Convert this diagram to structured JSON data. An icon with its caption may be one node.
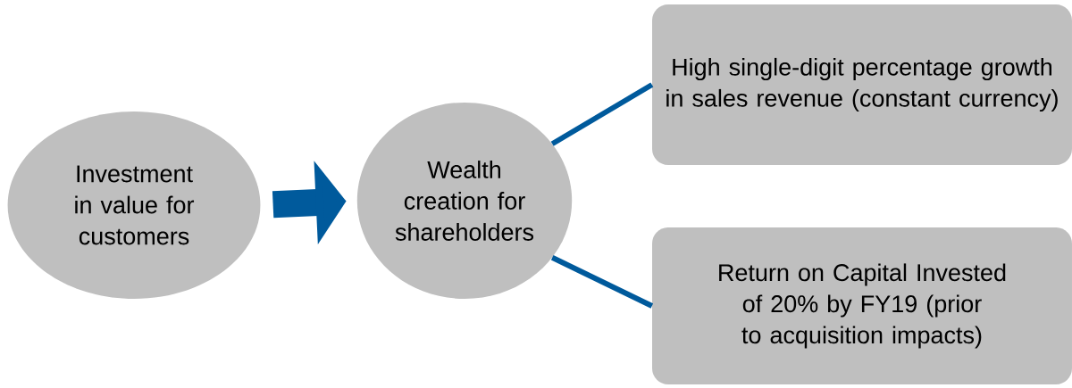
{
  "diagram": {
    "nodes": [
      {
        "text": [
          "Investment in value for customers"
        ]
      },
      {
        "text": [
          "Wealth creation for shareholders"
        ]
      },
      {
        "text": [
          "High single-digit percentage growth in sales revenue (constant currency)"
        ]
      },
      {
        "text": [
          "Return on Capital Invested of 20% by FY19 (prior to acquisition impacts)"
        ]
      }
    ],
    "edges": [
      {
        "from": 0,
        "to": 1,
        "arrow": "to",
        "style": "thick"
      },
      {
        "from": 1,
        "to": 2,
        "arrow": "none"
      },
      {
        "from": 1,
        "to": 3,
        "arrow": "none"
      }
    ]
  }
}
